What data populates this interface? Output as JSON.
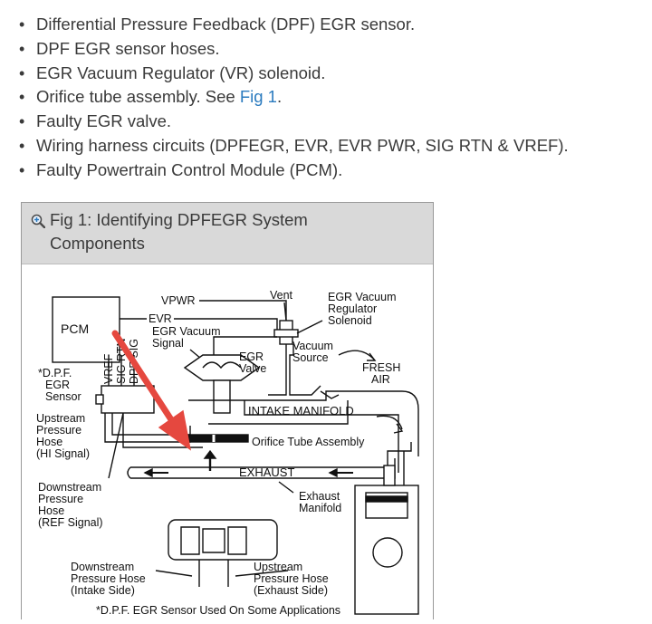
{
  "bullets": [
    {
      "text": "Differential Pressure Feedback (DPF) EGR sensor."
    },
    {
      "text": "DPF EGR sensor hoses."
    },
    {
      "text": "EGR Vacuum Regulator (VR) solenoid."
    },
    {
      "pre": "Orifice tube assembly. See ",
      "link": "Fig 1",
      "post": "."
    },
    {
      "text": "Faulty EGR valve."
    },
    {
      "text": "Wiring harness circuits (DPFEGR, EVR, EVR PWR, SIG RTN & VREF)."
    },
    {
      "text": "Faulty Powertrain Control Module (PCM)."
    }
  ],
  "figure": {
    "title": "Fig 1: Identifying DPFEGR System Components",
    "labels": {
      "pcm": "PCM",
      "evr": "EVR",
      "vpwr": "VPWR",
      "vent": "Vent",
      "egr_vr_1": "EGR Vacuum",
      "egr_vr_2": "Regulator",
      "egr_vr_3": "Solenoid",
      "egr_vac_sig_1": "EGR Vacuum",
      "egr_vac_sig_2": "Signal",
      "egr_valve_1": "EGR",
      "egr_valve_2": "Valve",
      "vac_src_1": "Vacuum",
      "vac_src_2": "Source",
      "fresh_air_1": "FRESH",
      "fresh_air_2": "AIR",
      "dpf_1": "*D.P.F.",
      "dpf_2": "EGR",
      "dpf_3": "Sensor",
      "vref": "VREF",
      "sig_rtn": "SIG RTN",
      "dpf_sig": "DPF SIG",
      "intake_manifold": "INTAKE MANIFOLD",
      "upstream_1": "Upstream",
      "upstream_2": "Pressure",
      "upstream_3": "Hose",
      "upstream_4": "(HI Signal)",
      "orifice": "Orifice Tube Assembly",
      "exhaust": "EXHAUST",
      "downstream_1": "Downstream",
      "downstream_2": "Pressure",
      "downstream_3": "Hose",
      "downstream_4": "(REF Signal)",
      "exh_manifold_1": "Exhaust",
      "exh_manifold_2": "Manifold",
      "down_int_1": "Downstream",
      "down_int_2": "Pressure Hose",
      "down_int_3": "(Intake Side)",
      "up_exh_1": "Upstream",
      "up_exh_2": "Pressure Hose",
      "up_exh_3": "(Exhaust Side)",
      "footnote": "*D.P.F. EGR Sensor Used On Some Applications"
    },
    "colors": {
      "arrow": "#e5483f",
      "header_bg": "#d9d9d9",
      "link": "#2b7bbf"
    }
  }
}
